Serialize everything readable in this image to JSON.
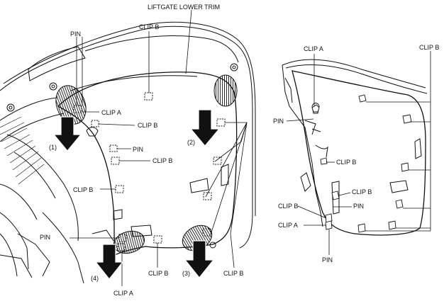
{
  "title": "LIFTGATE LOWER TRIM",
  "left_view": {
    "labels": {
      "pin_top": "PIN",
      "clip_b_top": "CLIP B",
      "clip_a_mid": "CLIP A",
      "clip_b_mid1": "CLIP B",
      "pin_mid": "PIN",
      "clip_b_mid2": "CLIP B",
      "clip_b_left": "CLIP B",
      "pin_low": "PIN",
      "clip_b_bottom": "CLIP B",
      "clip_a_bottom": "CLIP A",
      "clip_b_right_bottom": "CLIP B"
    },
    "steps": [
      "(1)",
      "(2)",
      "(3)",
      "(4)"
    ]
  },
  "right_view": {
    "labels": {
      "clip_a_top": "CLIP A",
      "clip_b_top": "CLIP B",
      "pin_left": "PIN",
      "clip_b_mid": "CLIP B",
      "clip_b_low": "CLIP B",
      "pin_low": "PIN",
      "clip_b_left": "CLIP B",
      "clip_a_left": "CLIP A",
      "pin_bottom": "PIN"
    }
  }
}
